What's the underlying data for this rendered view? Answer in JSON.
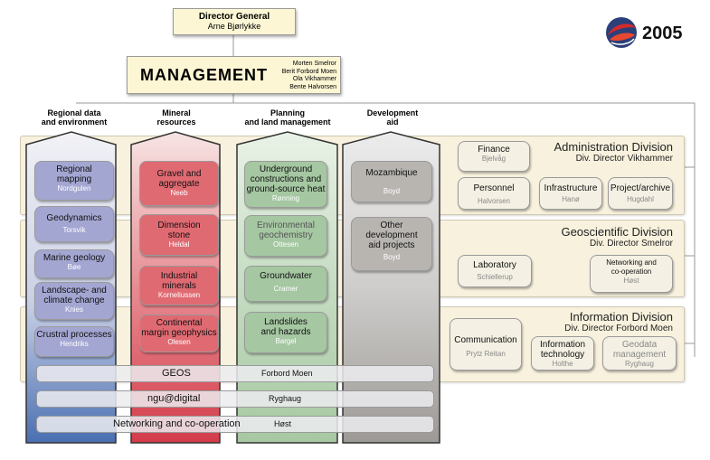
{
  "director": {
    "title": "Director General",
    "name": "Arne Bjørlykke"
  },
  "management": {
    "title": "MANAGEMENT",
    "names": [
      "Morten Smelror",
      "Berit Forbord Moen",
      "Ola Vikhammer",
      "Bente Halvorsen"
    ]
  },
  "logo": {
    "year": "2005",
    "icon": "ngu-logo-icon"
  },
  "columns": [
    {
      "header": [
        "Regional data",
        "and environment"
      ],
      "color": "#4a6fb1"
    },
    {
      "header": [
        "Mineral",
        "resources"
      ],
      "color": "#d43c4a"
    },
    {
      "header": [
        "Planning",
        "and land management"
      ],
      "color": "#6fa56a"
    },
    {
      "header": [
        "Development",
        "aid"
      ],
      "color": "#8e8b88"
    }
  ],
  "regional_units": [
    {
      "name": [
        "Regional",
        "mapping"
      ],
      "person": "Nordgulen"
    },
    {
      "name": [
        "Geodynamics"
      ],
      "person": "Torsvik"
    },
    {
      "name": [
        "Marine geology"
      ],
      "person": "Bøe"
    },
    {
      "name": [
        "Landscape- and",
        "climate change"
      ],
      "person": "Knies"
    },
    {
      "name": [
        "Crustral processes"
      ],
      "person": "Hendriks"
    }
  ],
  "mineral_units": [
    {
      "name": [
        "Gravel and",
        "aggregate"
      ],
      "person": "Neeb"
    },
    {
      "name": [
        "Dimension",
        "stone"
      ],
      "person": "Heldal"
    },
    {
      "name": [
        "Industrial",
        "minerals"
      ],
      "person": "Korneliussen"
    },
    {
      "name": [
        "Continental",
        "margin geophysics"
      ],
      "person": "Olesen"
    }
  ],
  "planning_units": [
    {
      "name": [
        "Underground",
        "constructions and",
        "ground-source heat"
      ],
      "person": "Rønning"
    },
    {
      "name": [
        "Environmental",
        "geochemistry"
      ],
      "person": "Ottesen"
    },
    {
      "name": [
        "Groundwater"
      ],
      "person": "Cramer"
    },
    {
      "name": [
        "Landslides",
        "and hazards"
      ],
      "person": "Bargel"
    }
  ],
  "aid_units": [
    {
      "name": [
        "Mozambique"
      ],
      "person": "Boyd"
    },
    {
      "name": [
        "Other",
        "development",
        "aid projects"
      ],
      "person": "Boyd"
    }
  ],
  "divisions": [
    {
      "title": "Administration Division",
      "director": "Div. Director  Vikhammer",
      "units": [
        {
          "name": [
            "Finance"
          ],
          "person": "Bjelvåg"
        },
        {
          "name": [
            "Personnel"
          ],
          "person": "Halvorsen"
        },
        {
          "name": [
            "Infrastructure"
          ],
          "person": "Hanø"
        },
        {
          "name": [
            "Project/archive"
          ],
          "person": "Hugdahl"
        }
      ]
    },
    {
      "title": "Geoscientific Division",
      "director": "Div. Director  Smelror",
      "units": [
        {
          "name": [
            "Laboratory"
          ],
          "person": "Schiellerup"
        },
        {
          "name": [
            "Networking and",
            "co-operation"
          ],
          "person": "Høst"
        }
      ]
    },
    {
      "title": "Information Division",
      "director": "Div. Director Forbord Moen",
      "units": [
        {
          "name": [
            "Communication"
          ],
          "person": "Prytz Reitan"
        },
        {
          "name": [
            "Information",
            "technology"
          ],
          "person": "Holthe"
        },
        {
          "name": [
            "Geodata",
            "management"
          ],
          "person": "Ryghaug"
        }
      ]
    }
  ],
  "bars": [
    {
      "label": "GEOS",
      "person": "Forbord Moen"
    },
    {
      "label": "ngu@digital",
      "person": "Ryghaug"
    },
    {
      "label": "Networking and co-operation",
      "person": "Høst"
    }
  ]
}
